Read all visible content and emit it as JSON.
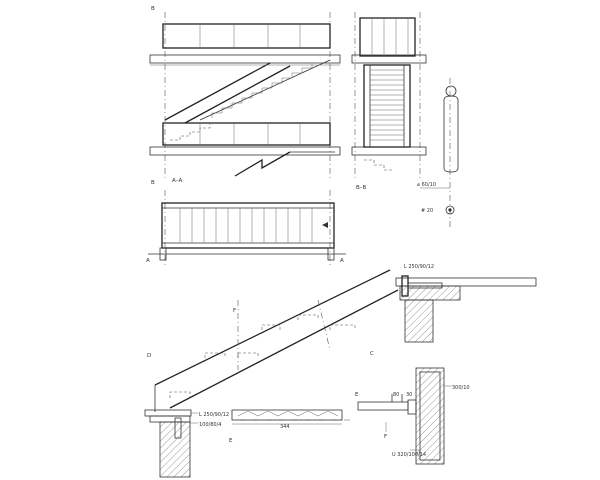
{
  "section_marks": {
    "b_top": "B",
    "b_bottom": "B",
    "a_left": "A",
    "a_right": "A",
    "section_a": "A–A",
    "section_b": "B–B"
  },
  "view_letters": {
    "d": "D",
    "c": "C",
    "e": "E",
    "f": "F",
    "e_detail": "E",
    "f_detail": "F"
  },
  "annotations": {
    "post_dim": "⌀ 60/10",
    "rod_dim": "# 20",
    "angle_top": "L 250/90/12",
    "angle_bottom": "L 250/90/12",
    "plate_dim": "100/80/4",
    "span_dim": "344",
    "hollow_dim": "300/10",
    "channel_dim": "U 320/100/14",
    "gap_80": "80",
    "gap_30": "30"
  }
}
